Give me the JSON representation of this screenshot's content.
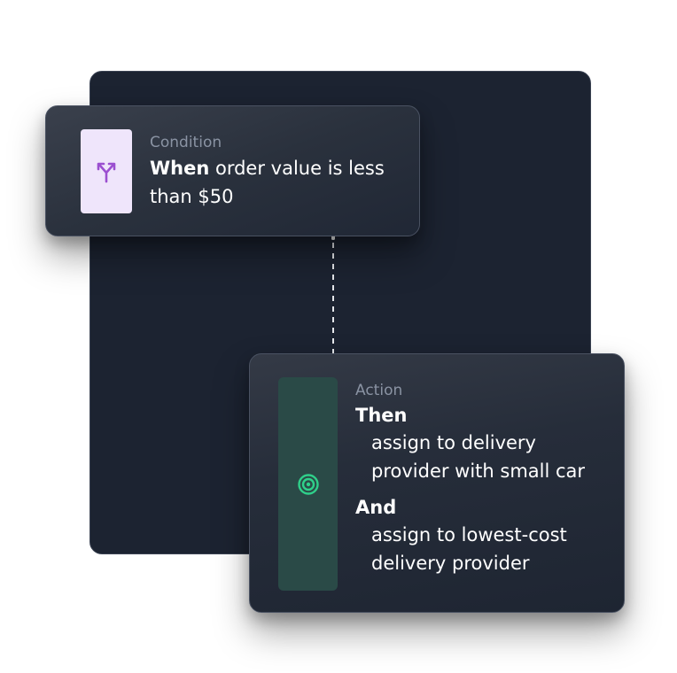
{
  "condition": {
    "label": "Condition",
    "when_keyword": "When",
    "text": " order value is less than $50",
    "icon": "split-arrow-icon",
    "icon_color": "#9b4fd0",
    "tile_color": "#efe5fb"
  },
  "action": {
    "label": "Action",
    "then_keyword": "Then",
    "then_text": "assign to delivery provider with small car",
    "and_keyword": "And",
    "and_text": "assign to lowest-cost delivery provider",
    "icon": "target-icon",
    "icon_color": "#2fd08a",
    "tile_color": "#2a4a47"
  },
  "colors": {
    "background": "#1c2331",
    "card": "#2a313d",
    "label": "#8a93a3",
    "text": "#ffffff"
  }
}
